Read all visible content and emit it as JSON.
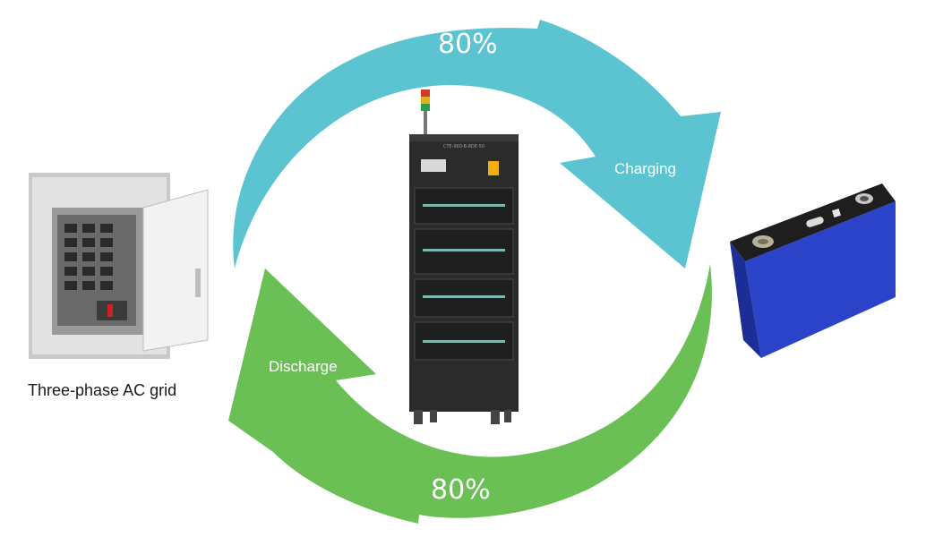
{
  "colors": {
    "charge_arrow": "#5bc4d0",
    "discharge_arrow": "#6abf55",
    "cabinet": "#2b2b2b",
    "battery": "#2a43c8"
  },
  "top_arrow": {
    "percent": "80%",
    "label": "Charging"
  },
  "bottom_arrow": {
    "percent": "80%",
    "label": "Discharge"
  },
  "grid": {
    "caption": "Three-phase AC grid"
  },
  "cabinet": {
    "panel_text": "CTE-960-B-8DE-50"
  }
}
